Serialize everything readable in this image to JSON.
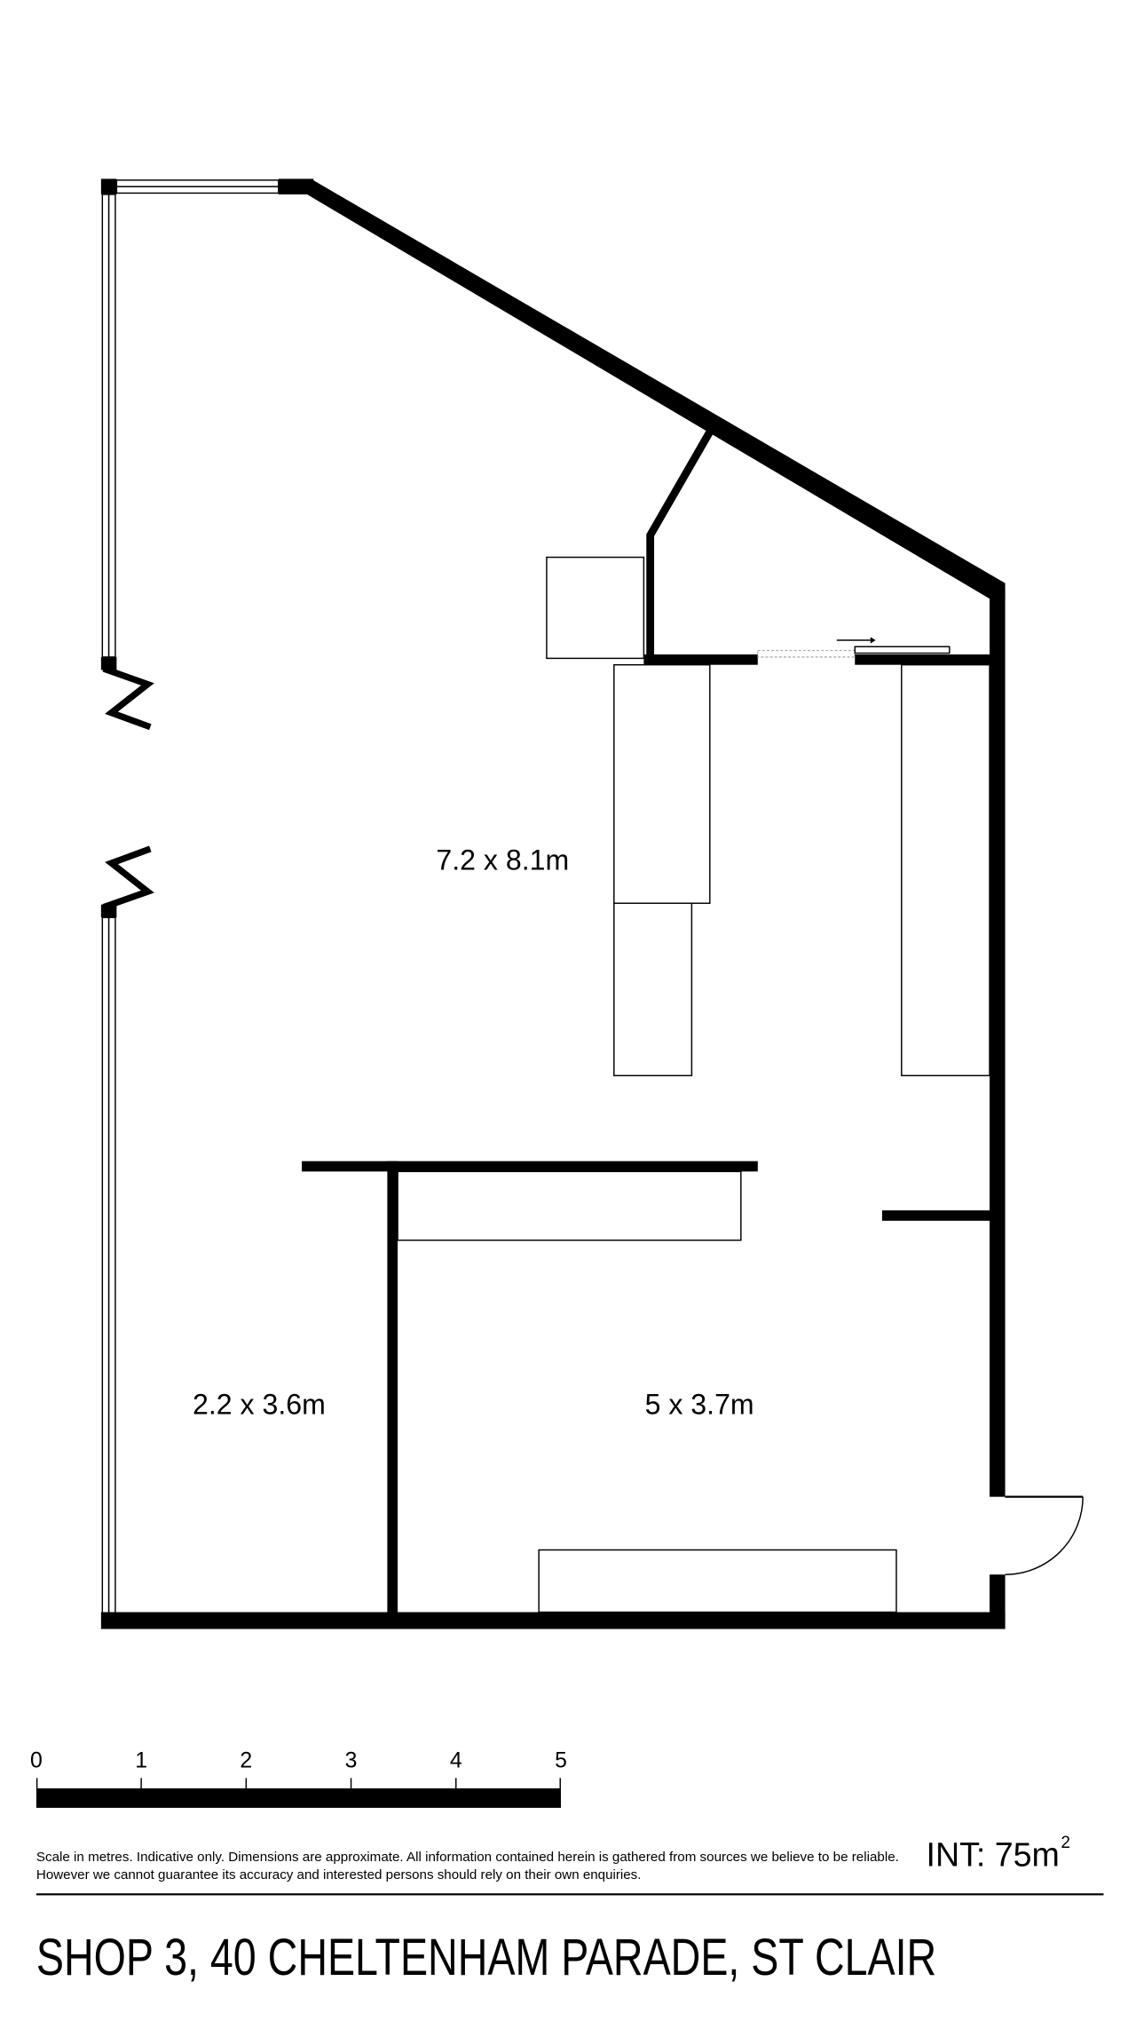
{
  "rooms": [
    {
      "label": "7.2 x 8.1m"
    },
    {
      "label": "2.2 x 3.6m"
    },
    {
      "label": "5 x 3.7m"
    }
  ],
  "scale": {
    "ticks": [
      "0",
      "1",
      "2",
      "3",
      "4",
      "5"
    ],
    "unit": "metres"
  },
  "disclaimer": {
    "line1": "Scale in metres. Indicative only. Dimensions are approximate. All information contained herein is gathered from sources we believe to be reliable.",
    "line2": "However we cannot guarantee its accuracy and interested persons should rely on their own enquiries."
  },
  "area": {
    "label": "INT: 75m",
    "superscript": "2"
  },
  "title": "SHOP 3, 40 CHELTENHAM PARADE, ST CLAIR"
}
